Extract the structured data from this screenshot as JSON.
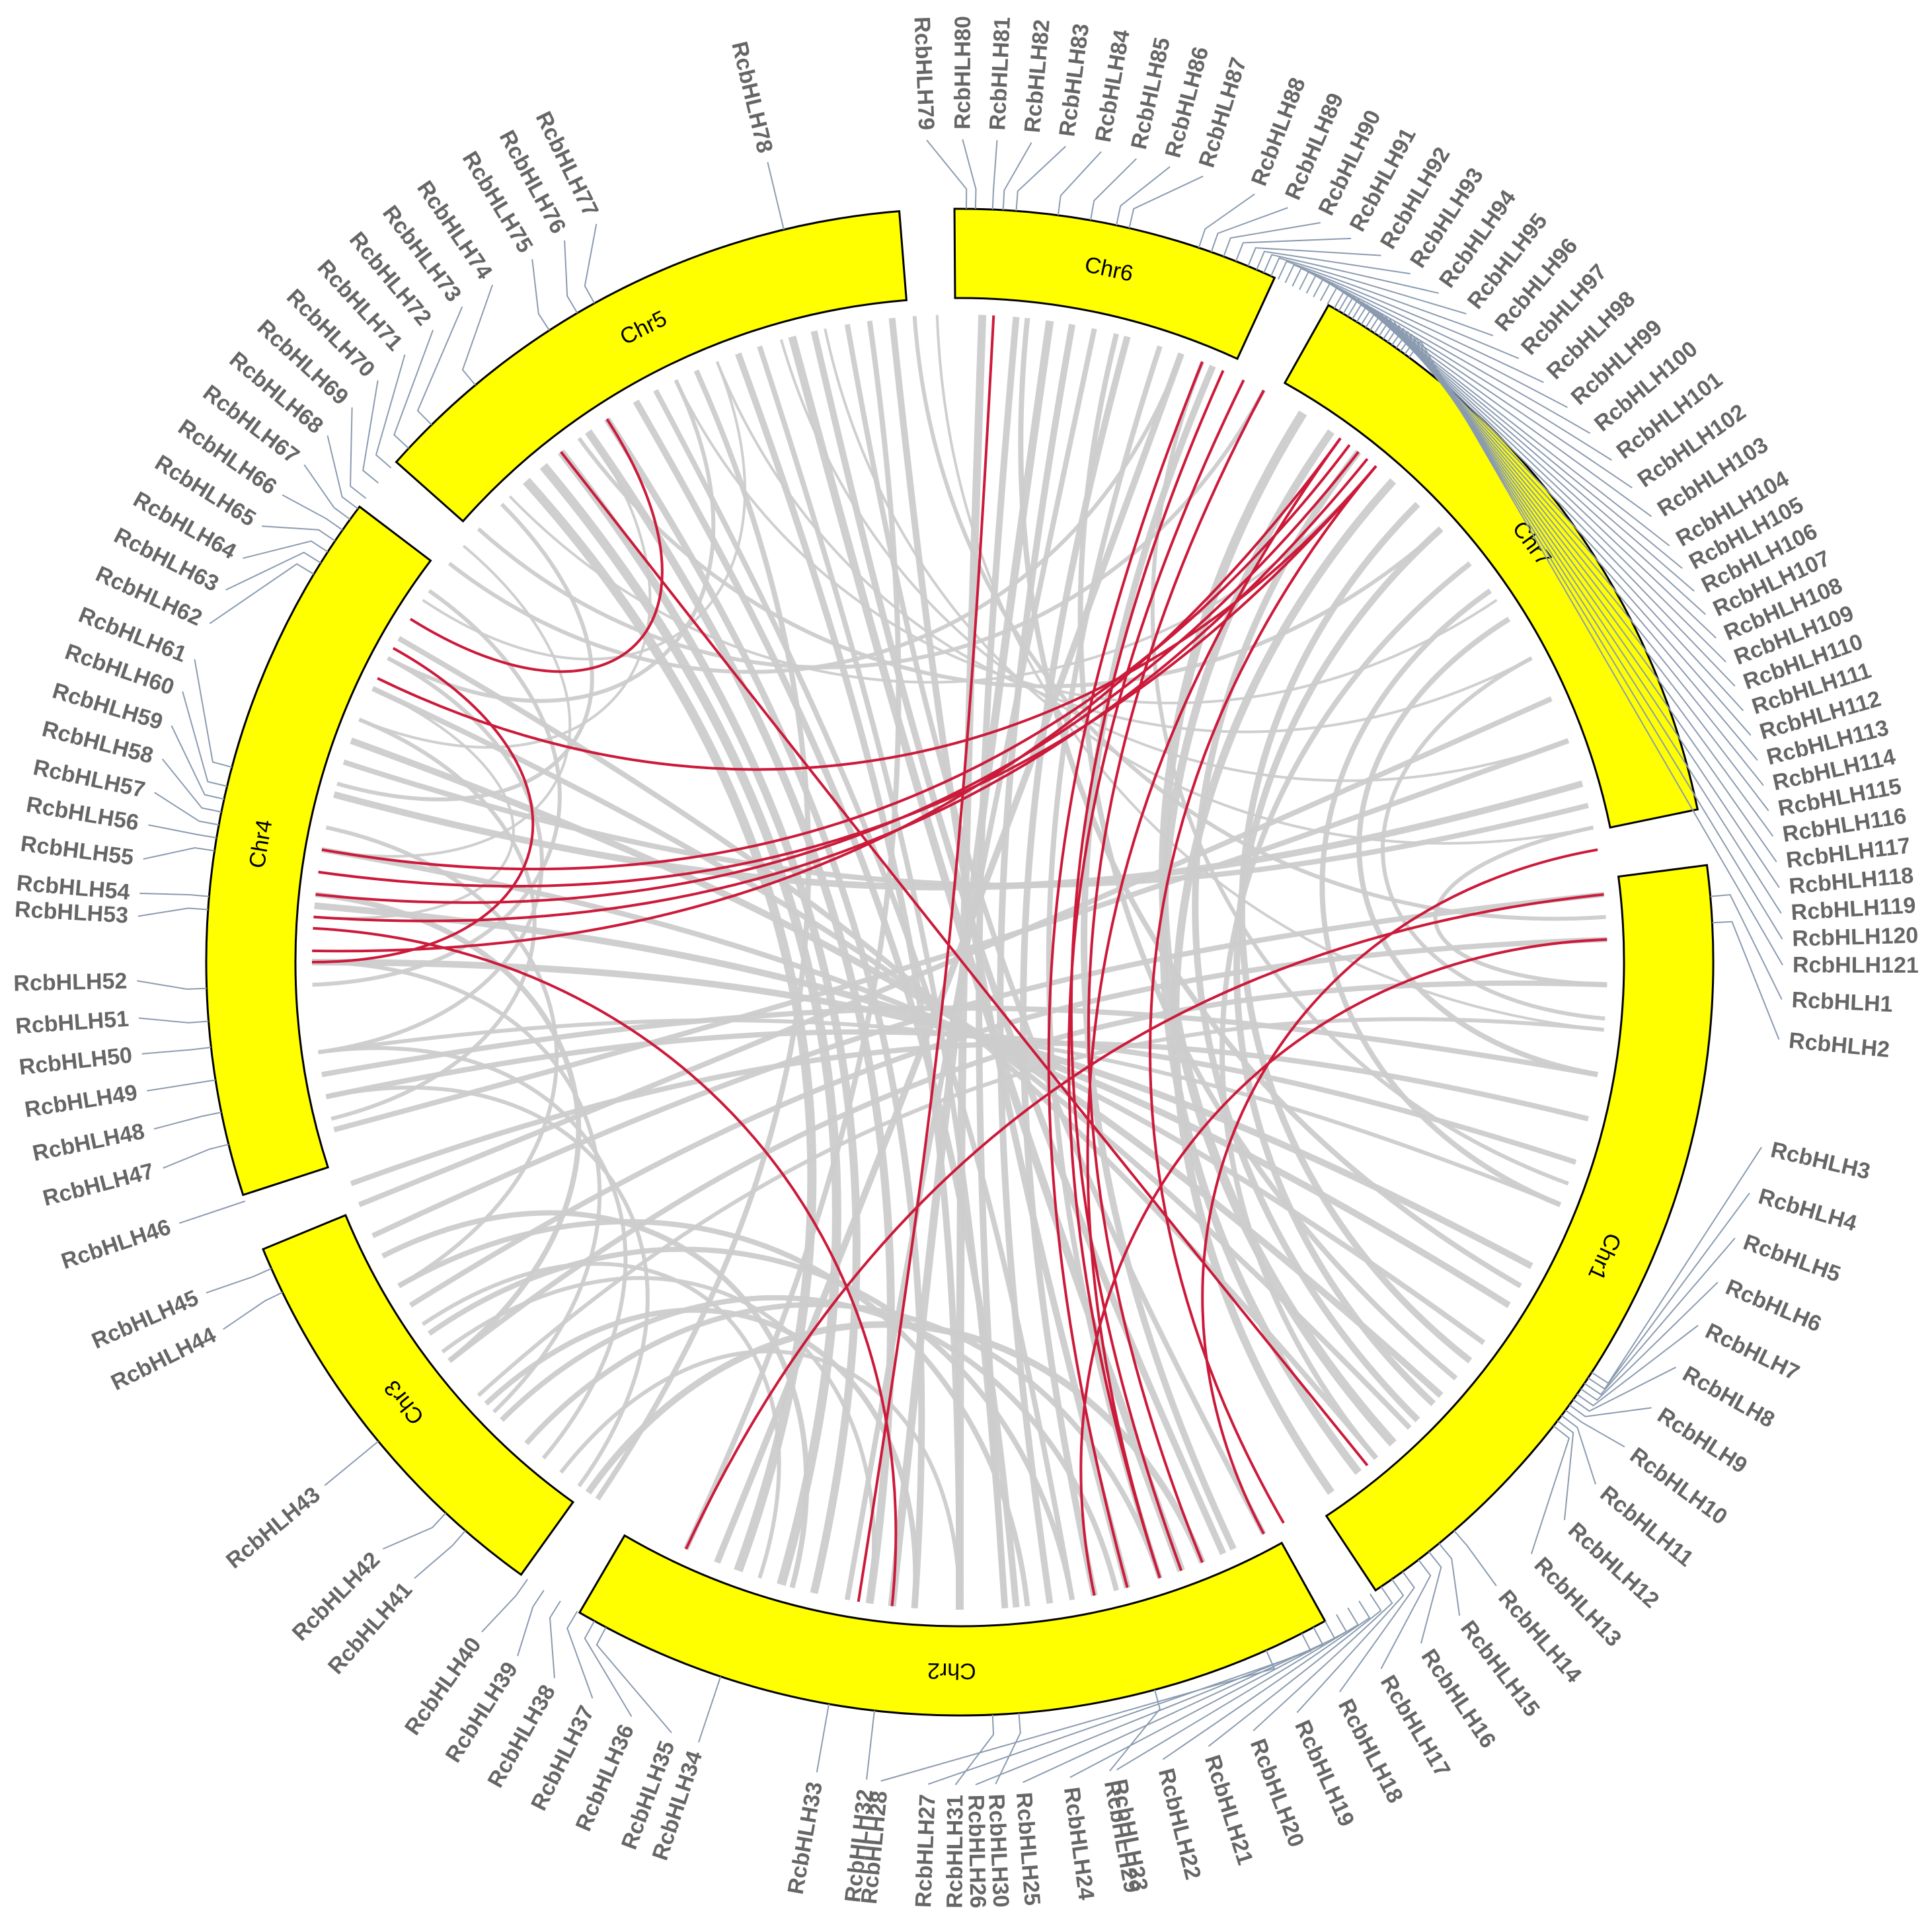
{
  "style": {
    "chromosome_fill": "#ffff00",
    "chromosome_stroke": "#000000",
    "label_color": "#666666",
    "tick_color": "#8a9bb0",
    "collinear_link_color": "#cccccc",
    "segmental_dup_color": "#cc1a3a"
  },
  "chromosomes": [
    {
      "id": "chr1",
      "label": "Chr1",
      "start_deg": 82.6,
      "end_deg": 146.5
    },
    {
      "id": "chr2",
      "label": "Chr2",
      "start_deg": 151.0,
      "end_deg": 210.3
    },
    {
      "id": "chr3",
      "label": "Chr3",
      "start_deg": 215.6,
      "end_deg": 247.6
    },
    {
      "id": "chr4",
      "label": "Chr4",
      "start_deg": 252.0,
      "end_deg": 307.2
    },
    {
      "id": "chr5",
      "label": "Chr5",
      "start_deg": 311.6,
      "end_deg": 355.4
    },
    {
      "id": "chr6",
      "label": "Chr6",
      "start_deg": 359.6,
      "end_deg": 24.7
    },
    {
      "id": "chr7",
      "label": "Chr7",
      "start_deg": 29.3,
      "end_deg": 78.3
    }
  ],
  "genes": [
    {
      "label": "RcbHLH1",
      "tick_deg": 85.0,
      "label_deg": 92.6
    },
    {
      "label": "RcbHLH2",
      "tick_deg": 87.0,
      "label_deg": 95.4
    },
    {
      "label": "RcbHLH3",
      "tick_deg": 123.0,
      "label_deg": 103.0
    },
    {
      "label": "RcbHLH4",
      "tick_deg": 123.5,
      "label_deg": 106.3
    },
    {
      "label": "RcbHLH5",
      "tick_deg": 124.0,
      "label_deg": 109.6
    },
    {
      "label": "RcbHLH6",
      "tick_deg": 124.5,
      "label_deg": 112.9
    },
    {
      "label": "RcbHLH7",
      "tick_deg": 125.0,
      "label_deg": 116.2
    },
    {
      "label": "RcbHLH8",
      "tick_deg": 125.5,
      "label_deg": 119.5
    },
    {
      "label": "RcbHLH9",
      "tick_deg": 126.0,
      "label_deg": 122.8
    },
    {
      "label": "RcbHLH10",
      "tick_deg": 126.5,
      "label_deg": 126.1
    },
    {
      "label": "RcbHLH11",
      "tick_deg": 127.0,
      "label_deg": 129.4
    },
    {
      "label": "RcbHLH12",
      "tick_deg": 127.5,
      "label_deg": 132.7
    },
    {
      "label": "RcbHLH13",
      "tick_deg": 128.0,
      "label_deg": 136.0
    },
    {
      "label": "RcbHLH14",
      "tick_deg": 139.0,
      "label_deg": 139.3
    },
    {
      "label": "RcbHLH15",
      "tick_deg": 140.5,
      "label_deg": 142.6
    },
    {
      "label": "RcbHLH16",
      "tick_deg": 141.5,
      "label_deg": 145.9
    },
    {
      "label": "RcbHLH17",
      "tick_deg": 142.5,
      "label_deg": 149.2
    },
    {
      "label": "RcbHLH18",
      "tick_deg": 144.0,
      "label_deg": 152.5
    },
    {
      "label": "RcbHLH19",
      "tick_deg": 145.0,
      "label_deg": 155.8
    },
    {
      "label": "RcbHLH20",
      "tick_deg": 146.0,
      "label_deg": 159.1
    },
    {
      "label": "RcbHLH21",
      "tick_deg": 147.0,
      "label_deg": 162.4
    },
    {
      "label": "RcbHLH22",
      "tick_deg": 148.0,
      "label_deg": 165.7
    },
    {
      "label": "RcbHLH23",
      "tick_deg": 149.0,
      "label_deg": 169.0
    },
    {
      "label": "RcbHLH24",
      "tick_deg": 150.0,
      "label_deg": 172.3
    },
    {
      "label": "RcbHLH25",
      "tick_deg": 151.0,
      "label_deg": 175.6
    },
    {
      "label": "RcbHLH26",
      "tick_deg": 152.0,
      "label_deg": 178.9
    },
    {
      "label": "RcbHLH27",
      "tick_deg": 153.0,
      "label_deg": 182.2
    },
    {
      "label": "RcbHLH28",
      "tick_deg": 156.0,
      "label_deg": 185.5
    },
    {
      "label": "RcbHLH29",
      "tick_deg": 165.0,
      "label_deg": 169.5
    },
    {
      "label": "RcbHLH30",
      "tick_deg": 175.5,
      "label_deg": 177.5
    },
    {
      "label": "RcbHLH31",
      "tick_deg": 177.5,
      "label_deg": 180.3
    },
    {
      "label": "RcbHLH32",
      "tick_deg": 186.5,
      "label_deg": 186.5
    },
    {
      "label": "RcbHLH33",
      "tick_deg": 190.0,
      "label_deg": 190.0
    },
    {
      "label": "RcbHLH34",
      "tick_deg": 198.5,
      "label_deg": 198.5
    },
    {
      "label": "RcbHLH35",
      "tick_deg": 208.0,
      "label_deg": 200.5
    },
    {
      "label": "RcbHLH36",
      "tick_deg": 209.0,
      "label_deg": 203.5
    },
    {
      "label": "RcbHLH37",
      "tick_deg": 210.5,
      "label_deg": 206.5
    },
    {
      "label": "RcbHLH38",
      "tick_deg": 212.0,
      "label_deg": 209.5
    },
    {
      "label": "RcbHLH39",
      "tick_deg": 213.5,
      "label_deg": 212.5
    },
    {
      "label": "RcbHLH40",
      "tick_deg": 215.0,
      "label_deg": 215.5
    },
    {
      "label": "RcbHLH41",
      "tick_deg": 221.0,
      "label_deg": 221.5
    },
    {
      "label": "RcbHLH42",
      "tick_deg": 223.0,
      "label_deg": 224.5
    },
    {
      "label": "RcbHLH43",
      "tick_deg": 230.5,
      "label_deg": 230.5
    },
    {
      "label": "RcbHLH44",
      "tick_deg": 244.0,
      "label_deg": 243.5
    },
    {
      "label": "RcbHLH45",
      "tick_deg": 246.0,
      "label_deg": 246.3
    },
    {
      "label": "RcbHLH46",
      "tick_deg": 251.5,
      "label_deg": 251.5
    },
    {
      "label": "RcbHLH47",
      "tick_deg": 256.0,
      "label_deg": 255.5
    },
    {
      "label": "RcbHLH48",
      "tick_deg": 258.5,
      "label_deg": 258.3
    },
    {
      "label": "RcbHLH49",
      "tick_deg": 261.0,
      "label_deg": 261.0
    },
    {
      "label": "RcbHLH50",
      "tick_deg": 263.5,
      "label_deg": 263.6
    },
    {
      "label": "RcbHLH51",
      "tick_deg": 265.5,
      "label_deg": 266.1
    },
    {
      "label": "RcbHLH52",
      "tick_deg": 268.0,
      "label_deg": 268.7
    },
    {
      "label": "RcbHLH53",
      "tick_deg": 274.0,
      "label_deg": 273.2
    },
    {
      "label": "RcbHLH54",
      "tick_deg": 275.0,
      "label_deg": 274.8
    },
    {
      "label": "RcbHLH55",
      "tick_deg": 278.5,
      "label_deg": 277.2
    },
    {
      "label": "RcbHLH56",
      "tick_deg": 279.5,
      "label_deg": 279.6
    },
    {
      "label": "RcbHLH57",
      "tick_deg": 280.5,
      "label_deg": 281.9
    },
    {
      "label": "RcbHLH58",
      "tick_deg": 281.5,
      "label_deg": 284.3
    },
    {
      "label": "RcbHLH59",
      "tick_deg": 282.5,
      "label_deg": 286.7
    },
    {
      "label": "RcbHLH60",
      "tick_deg": 283.5,
      "label_deg": 289.2
    },
    {
      "label": "RcbHLH61",
      "tick_deg": 285.0,
      "label_deg": 291.6
    },
    {
      "label": "RcbHLH62",
      "tick_deg": 301.0,
      "label_deg": 294.3
    },
    {
      "label": "RcbHLH63",
      "tick_deg": 302.0,
      "label_deg": 296.9
    },
    {
      "label": "RcbHLH64",
      "tick_deg": 303.0,
      "label_deg": 299.4
    },
    {
      "label": "RcbHLH65",
      "tick_deg": 304.0,
      "label_deg": 302.0
    },
    {
      "label": "RcbHLH66",
      "tick_deg": 305.0,
      "label_deg": 304.6
    },
    {
      "label": "RcbHLH67",
      "tick_deg": 306.0,
      "label_deg": 307.2
    },
    {
      "label": "RcbHLH68",
      "tick_deg": 307.0,
      "label_deg": 309.8
    },
    {
      "label": "RcbHLH69",
      "tick_deg": 308.0,
      "label_deg": 312.4
    },
    {
      "label": "RcbHLH70",
      "tick_deg": 309.5,
      "label_deg": 315.0
    },
    {
      "label": "RcbHLH71",
      "tick_deg": 311.0,
      "label_deg": 317.6
    },
    {
      "label": "RcbHLH72",
      "tick_deg": 313.0,
      "label_deg": 320.2
    },
    {
      "label": "RcbHLH73",
      "tick_deg": 315.5,
      "label_deg": 322.8
    },
    {
      "label": "RcbHLH74",
      "tick_deg": 320.0,
      "label_deg": 325.4
    },
    {
      "label": "RcbHLH75",
      "tick_deg": 327.0,
      "label_deg": 328.7
    },
    {
      "label": "RcbHLH76",
      "tick_deg": 329.5,
      "label_deg": 331.3
    },
    {
      "label": "RcbHLH77",
      "tick_deg": 331.0,
      "label_deg": 333.8
    },
    {
      "label": "RcbHLH78",
      "tick_deg": 346.5,
      "label_deg": 346.5
    },
    {
      "label": "RcbHLH79",
      "tick_deg": 360.5,
      "label_deg": 357.7
    },
    {
      "label": "RcbHLH80",
      "tick_deg": 361.2,
      "label_deg": 360.2
    },
    {
      "label": "RcbHLH81",
      "tick_deg": 362.5,
      "label_deg": 362.6
    },
    {
      "label": "RcbHLH82",
      "tick_deg": 363.3,
      "label_deg": 365.0
    },
    {
      "label": "RcbHLH83",
      "tick_deg": 364.3,
      "label_deg": 367.4
    },
    {
      "label": "RcbHLH84",
      "tick_deg": 367.5,
      "label_deg": 369.9
    },
    {
      "label": "RcbHLH85",
      "tick_deg": 370.0,
      "label_deg": 372.4
    },
    {
      "label": "RcbHLH86",
      "tick_deg": 372.0,
      "label_deg": 374.8
    },
    {
      "label": "RcbHLH87",
      "tick_deg": 373.0,
      "label_deg": 377.2
    },
    {
      "label": "RcbHLH88",
      "tick_deg": 378.5,
      "label_deg": 381.0
    },
    {
      "label": "RcbHLH89",
      "tick_deg": 379.5,
      "label_deg": 383.5
    },
    {
      "label": "RcbHLH90",
      "tick_deg": 380.5,
      "label_deg": 386.0
    },
    {
      "label": "RcbHLH91",
      "tick_deg": 381.5,
      "label_deg": 388.4
    },
    {
      "label": "RcbHLH92",
      "tick_deg": 382.5,
      "label_deg": 390.8
    },
    {
      "label": "RcbHLH93",
      "tick_deg": 383.2,
      "label_deg": 393.2
    },
    {
      "label": "RcbHLH94",
      "tick_deg": 383.8,
      "label_deg": 395.6
    },
    {
      "label": "RcbHLH95",
      "tick_deg": 384.4,
      "label_deg": 398.0
    },
    {
      "label": "RcbHLH96",
      "tick_deg": 385.0,
      "label_deg": 400.4
    },
    {
      "label": "RcbHLH97",
      "tick_deg": 385.6,
      "label_deg": 402.8
    },
    {
      "label": "RcbHLH98",
      "tick_deg": 386.2,
      "label_deg": 405.2
    },
    {
      "label": "RcbHLH99",
      "tick_deg": 386.8,
      "label_deg": 407.6
    },
    {
      "label": "RcbHLH100",
      "tick_deg": 387.4,
      "label_deg": 410.0
    },
    {
      "label": "RcbHLH101",
      "tick_deg": 388.0,
      "label_deg": 412.4
    },
    {
      "label": "RcbHLH102",
      "tick_deg": 388.6,
      "label_deg": 414.8
    },
    {
      "label": "RcbHLH103",
      "tick_deg": 389.2,
      "label_deg": 417.2
    },
    {
      "label": "RcbHLH104",
      "tick_deg": 29.8,
      "label_deg": 59.6
    },
    {
      "label": "RcbHLH105",
      "tick_deg": 30.2,
      "label_deg": 61.4
    },
    {
      "label": "RcbHLH106",
      "tick_deg": 30.6,
      "label_deg": 63.2
    },
    {
      "label": "RcbHLH107",
      "tick_deg": 31.0,
      "label_deg": 65.0
    },
    {
      "label": "RcbHLH108",
      "tick_deg": 31.4,
      "label_deg": 66.8
    },
    {
      "label": "RcbHLH109",
      "tick_deg": 31.8,
      "label_deg": 68.6
    },
    {
      "label": "RcbHLH110",
      "tick_deg": 32.2,
      "label_deg": 70.4
    },
    {
      "label": "RcbHLH111",
      "tick_deg": 32.6,
      "label_deg": 72.2
    },
    {
      "label": "RcbHLH112",
      "tick_deg": 33.0,
      "label_deg": 74.0
    },
    {
      "label": "RcbHLH113",
      "tick_deg": 33.4,
      "label_deg": 75.8
    },
    {
      "label": "RcbHLH114",
      "tick_deg": 33.8,
      "label_deg": 77.6
    },
    {
      "label": "RcbHLH115",
      "tick_deg": 34.2,
      "label_deg": 79.4
    },
    {
      "label": "RcbHLH116",
      "tick_deg": 34.6,
      "label_deg": 81.2
    },
    {
      "label": "RcbHLH117",
      "tick_deg": 35.0,
      "label_deg": 83.0
    },
    {
      "label": "RcbHLH118",
      "tick_deg": 35.4,
      "label_deg": 84.8
    },
    {
      "label": "RcbHLH119",
      "tick_deg": 35.8,
      "label_deg": 86.6
    },
    {
      "label": "RcbHLH120",
      "tick_deg": 36.2,
      "label_deg": 88.4
    },
    {
      "label": "RcbHLH121",
      "tick_deg": 36.6,
      "label_deg": 90.2
    }
  ],
  "collinear_links": [
    [
      318,
      200,
      14
    ],
    [
      320,
      196,
      14
    ],
    [
      322,
      193,
      12
    ],
    [
      325,
      188,
      12
    ],
    [
      327,
      184,
      10
    ],
    [
      330,
      175,
      10
    ],
    [
      332,
      170,
      8
    ],
    [
      336,
      214,
      8
    ],
    [
      340,
      180,
      10
    ],
    [
      342,
      176,
      8
    ],
    [
      345,
      160,
      12
    ],
    [
      347,
      156,
      10
    ],
    [
      350,
      152,
      8
    ],
    [
      352,
      205,
      8
    ],
    [
      354,
      165,
      10
    ],
    [
      2,
      180,
      12
    ],
    [
      5,
      176,
      10
    ],
    [
      8,
      186,
      12
    ],
    [
      10,
      172,
      10
    ],
    [
      12,
      190,
      8
    ],
    [
      15,
      168,
      10
    ],
    [
      18,
      162,
      8
    ],
    [
      20,
      202,
      10
    ],
    [
      23,
      155,
      10
    ],
    [
      6,
      120,
      8
    ],
    [
      14,
      130,
      8
    ],
    [
      22,
      110,
      6
    ],
    [
      32,
      138,
      14
    ],
    [
      35,
      142,
      12
    ],
    [
      38,
      135,
      10
    ],
    [
      42,
      145,
      12
    ],
    [
      45,
      128,
      10
    ],
    [
      48,
      133,
      10
    ],
    [
      52,
      140,
      8
    ],
    [
      55,
      112,
      8
    ],
    [
      58,
      100,
      8
    ],
    [
      62,
      95,
      6
    ],
    [
      66,
      248,
      8
    ],
    [
      70,
      255,
      8
    ],
    [
      74,
      285,
      10
    ],
    [
      76,
      288,
      8
    ],
    [
      78,
      92,
      6
    ],
    [
      84,
      245,
      8
    ],
    [
      88,
      238,
      8
    ],
    [
      92,
      232,
      8
    ],
    [
      96,
      228,
      6
    ],
    [
      100,
      260,
      8
    ],
    [
      104,
      250,
      8
    ],
    [
      108,
      258,
      8
    ],
    [
      112,
      262,
      6
    ],
    [
      118,
      270,
      10
    ],
    [
      122,
      275,
      10
    ],
    [
      126,
      280,
      8
    ],
    [
      132,
      290,
      10
    ],
    [
      136,
      295,
      8
    ],
    [
      140,
      300,
      8
    ],
    [
      158,
      215,
      10
    ],
    [
      162,
      222,
      8
    ],
    [
      166,
      225,
      8
    ],
    [
      170,
      235,
      8
    ],
    [
      174,
      240,
      8
    ],
    [
      180,
      218,
      6
    ],
    [
      184,
      227,
      8
    ],
    [
      188,
      233,
      6
    ],
    [
      195,
      243,
      8
    ],
    [
      198,
      236,
      6
    ],
    [
      216,
      258,
      6
    ],
    [
      220,
      262,
      6
    ],
    [
      226,
      270,
      6
    ],
    [
      232,
      276,
      8
    ],
    [
      240,
      282,
      6
    ],
    [
      256,
      292,
      6
    ],
    [
      262,
      298,
      6
    ],
    [
      268,
      305,
      6
    ],
    [
      274,
      295,
      4
    ],
    [
      280,
      310,
      4
    ],
    [
      286,
      315,
      6
    ],
    [
      292,
      325,
      4
    ],
    [
      298,
      334,
      6
    ],
    [
      304,
      338,
      4
    ],
    [
      308,
      20,
      6
    ],
    [
      312,
      28,
      6
    ],
    [
      316,
      40,
      4
    ],
    [
      324,
      48,
      6
    ],
    [
      334,
      56,
      4
    ],
    [
      338,
      62,
      4
    ],
    [
      344,
      70,
      4
    ],
    [
      348,
      78,
      4
    ],
    [
      356,
      86,
      6
    ],
    [
      358,
      96,
      4
    ]
  ],
  "segmental_duplication_links": [
    [
      271,
      36
    ],
    [
      274,
      39
    ],
    [
      276,
      38
    ],
    [
      278,
      40
    ],
    [
      280,
      37
    ],
    [
      273,
      186
    ],
    [
      296,
      40
    ],
    [
      322,
      141
    ],
    [
      299,
      270
    ],
    [
      327,
      302
    ],
    [
      3,
      189
    ],
    [
      22,
      165
    ],
    [
      28,
      158
    ],
    [
      24,
      160
    ],
    [
      26,
      162
    ],
    [
      88,
      168
    ],
    [
      84,
      205
    ],
    [
      80,
      152
    ],
    [
      40,
      150
    ],
    [
      36,
      162
    ]
  ]
}
